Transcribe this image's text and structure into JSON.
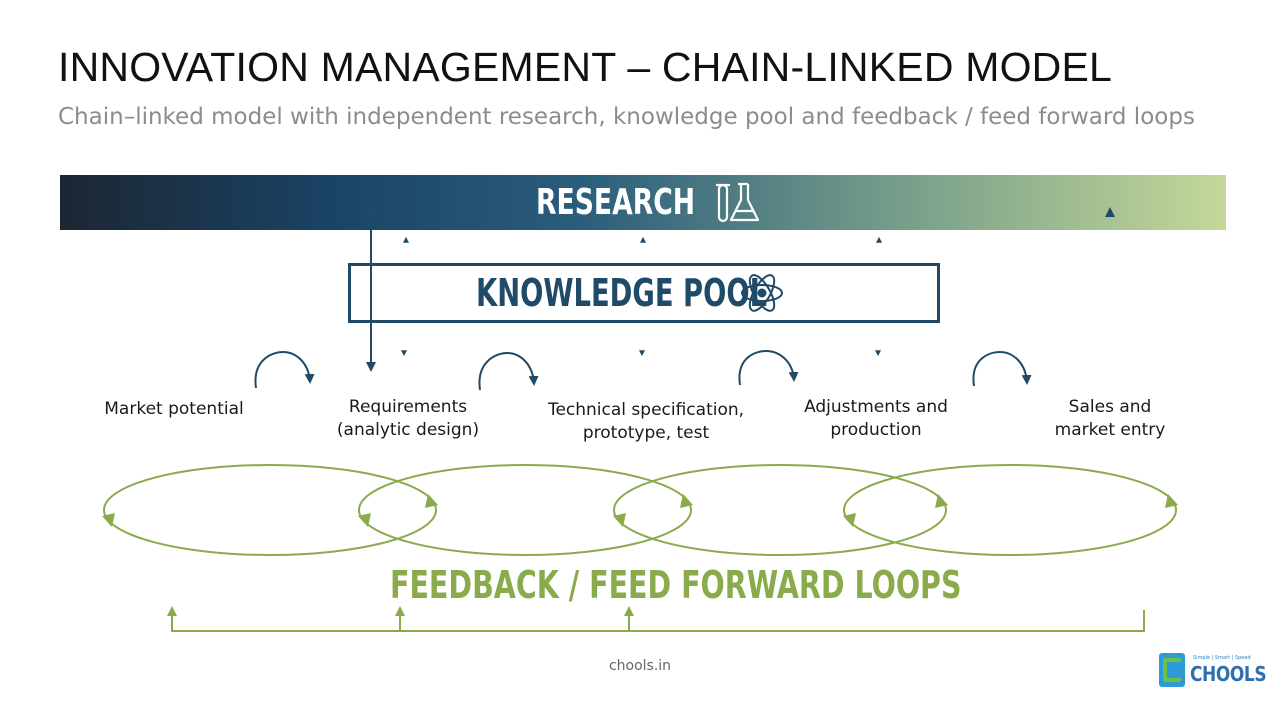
{
  "slide": {
    "title": "INNOVATION MANAGEMENT – CHAIN-LINKED MODEL",
    "subtitle": "Chain–linked model with independent research, knowledge pool and feedback / feed forward loops"
  },
  "research": {
    "label": "RESEARCH",
    "icon": "flask-icon"
  },
  "knowledge_pool": {
    "label": "KNOWLEDGE POOL",
    "icon": "atom-icon"
  },
  "stages": [
    {
      "label": "Market potential"
    },
    {
      "label": "Requirements\n(analytic design)"
    },
    {
      "label": "Technical specification,\nprototype, test"
    },
    {
      "label": "Adjustments and\nproduction"
    },
    {
      "label": "Sales and\nmarket entry"
    }
  ],
  "loops": {
    "label": "FEEDBACK / FEED FORWARD LOOPS"
  },
  "footer": {
    "text": "chools.in"
  },
  "logo": {
    "tagline": "Simple | Smart | Speed",
    "wordmark": "CHOOLS"
  },
  "colors": {
    "research_dark": "#1c2633",
    "research_mid": "#2b5e7c",
    "research_light": "#c4d898",
    "knowledge_pool": "#1f4a68",
    "arrow_blue": "#1f4a68",
    "loop_green": "#8aab4c",
    "title": "#111111",
    "subtitle": "#8c8c8c"
  }
}
